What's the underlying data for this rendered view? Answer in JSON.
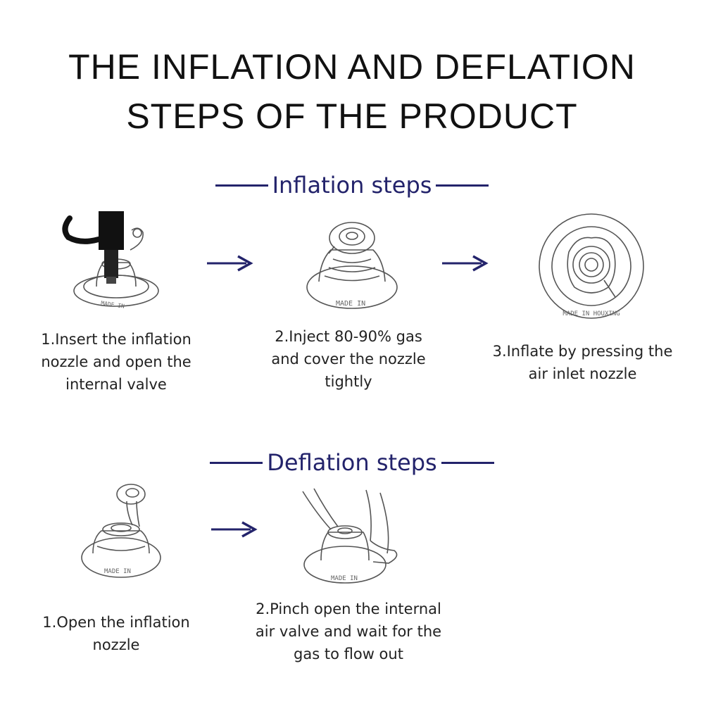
{
  "title": {
    "line1": "THE INFLATION AND DEFLATION",
    "line2": "STEPS OF THE PRODUCT"
  },
  "inflation": {
    "heading": "Inflation steps",
    "steps": [
      {
        "caption": "1.Insert the inflation nozzle and open the internal valve",
        "illustration": "pump-nozzle-in-valve"
      },
      {
        "caption": "2.Inject 80-90% gas and cover the nozzle tightly",
        "illustration": "valve-with-cap"
      },
      {
        "caption": "3.Inflate by pressing the air inlet nozzle",
        "illustration": "valve-top-view"
      }
    ],
    "valve_text": "MADE IN",
    "valve_text_top": "MADE IN HOUXING"
  },
  "deflation": {
    "heading": "Deflation steps",
    "steps": [
      {
        "caption": "1.Open the inflation nozzle",
        "illustration": "valve-open-cap"
      },
      {
        "caption": "2.Pinch open the internal air valve and wait for the gas to flow out",
        "illustration": "hand-pinching-valve"
      }
    ]
  },
  "colors": {
    "accent": "#23236b",
    "text": "#222222",
    "sketch": "#555555"
  },
  "icons": [
    "right-arrow-icon"
  ]
}
